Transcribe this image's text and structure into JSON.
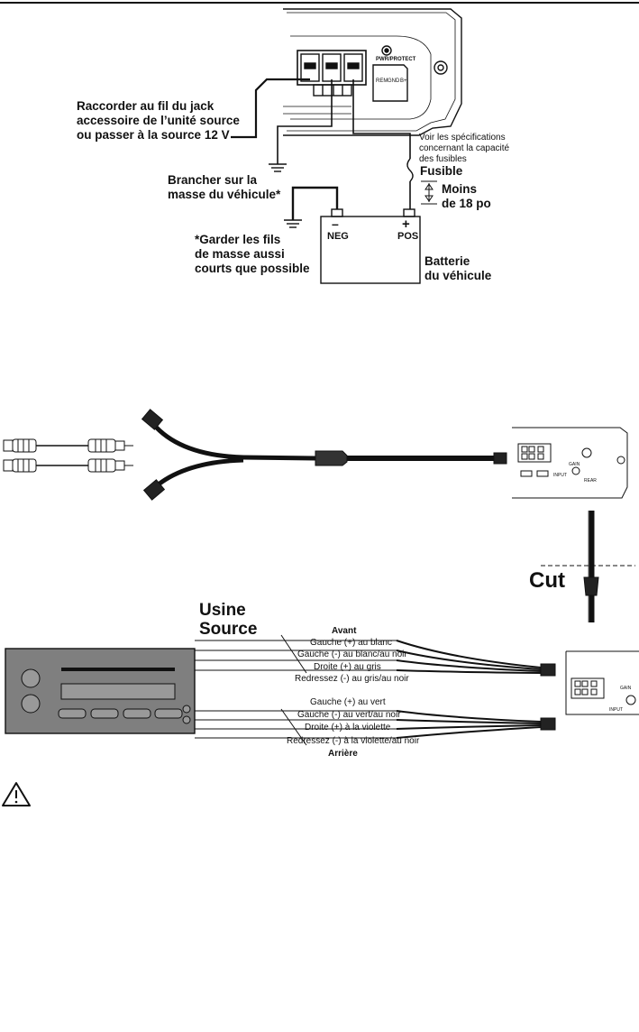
{
  "diagram1": {
    "amp_labels": {
      "pwr_protect": "PWR/PROTECT",
      "rem": "REM",
      "gnd": "GND",
      "bplus": "B+"
    },
    "remote_label": "Raccorder au fil du jack\naccessoire de l’unité source\nou passer à la source 12 V",
    "fuse_spec_note": "Voir les spécifications\nconcernant la capacité\ndes fusibles",
    "fuse_label": "Fusible",
    "distance_label": "Moins\nde 18 po",
    "ground_label": "Brancher sur la\nmasse du véhicule*",
    "battery_neg_symbol": "–",
    "battery_pos_symbol": "+",
    "battery_neg": "NEG",
    "battery_pos": "POS",
    "ground_note": "*Garder les fils\nde masse aussi\ncourts que possible",
    "battery_label": "Batterie\ndu véhicule"
  },
  "diagram3": {
    "cut_label": "Cut",
    "source_title_1": "Usine",
    "source_title_2": "Source",
    "front_label": "Avant",
    "rear_label": "Arrière",
    "front_wires": [
      "Gauche (+) au blanc",
      "Gauche (-) au blanc/au noir",
      "Droite (+) au gris",
      "Redressez (-) au gris/au noir"
    ],
    "rear_wires": [
      "Gauche (+) au vert",
      "Gauche (-) au vert/au noir",
      "Droite (+) à la violette",
      "Redressez (-) à la violette/au noir"
    ]
  },
  "amp_small_labels": {
    "gain": "GAIN",
    "rear": "REAR",
    "input": "INPUT"
  },
  "warning_icon": "warning-triangle-icon"
}
